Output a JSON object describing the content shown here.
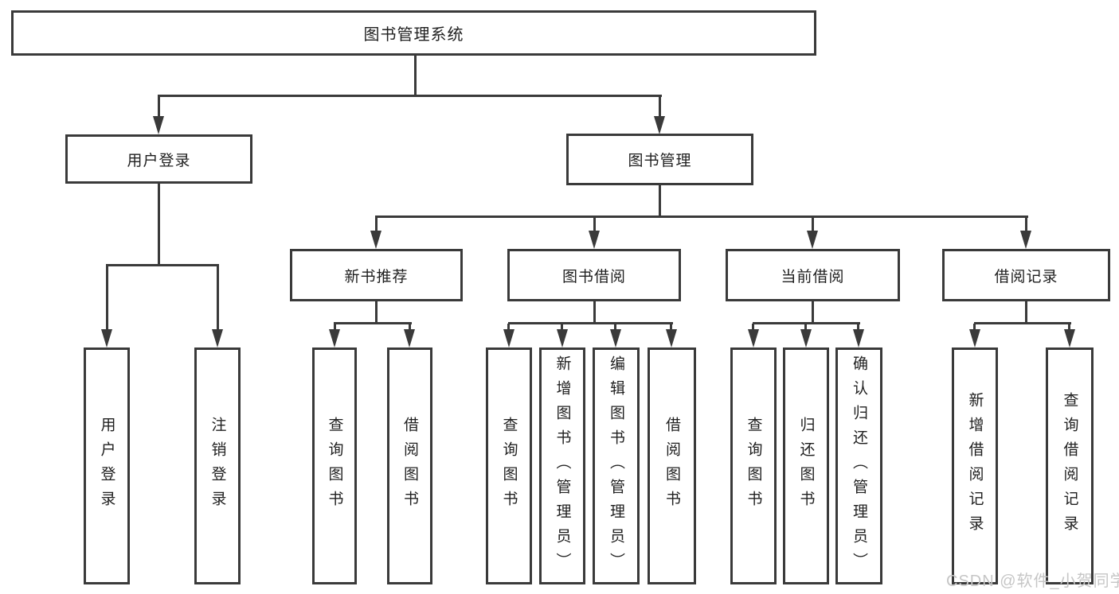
{
  "colors": {
    "line": "#3a3a3a",
    "text": "#1f1f1f",
    "watermark": "#c6c6c6",
    "bg": "#ffffff"
  },
  "watermark": "CSDN @软件_小贺同学",
  "tree": {
    "label": "图书管理系统",
    "children": [
      {
        "label": "用户登录",
        "children": [
          {
            "label": "用户登录"
          },
          {
            "label": "注销登录"
          }
        ]
      },
      {
        "label": "图书管理",
        "children": [
          {
            "label": "新书推荐",
            "children": [
              {
                "label": "查询图书"
              },
              {
                "label": "借阅图书"
              }
            ]
          },
          {
            "label": "图书借阅",
            "children": [
              {
                "label": "查询图书"
              },
              {
                "label": "新增图书（管理员）"
              },
              {
                "label": "编辑图书（管理员）"
              },
              {
                "label": "借阅图书"
              }
            ]
          },
          {
            "label": "当前借阅",
            "children": [
              {
                "label": "查询图书"
              },
              {
                "label": "归还图书"
              },
              {
                "label": "确认归还（管理员）"
              }
            ]
          },
          {
            "label": "借阅记录",
            "children": [
              {
                "label": "新增借阅记录"
              },
              {
                "label": "查询借阅记录"
              }
            ]
          }
        ]
      }
    ]
  }
}
